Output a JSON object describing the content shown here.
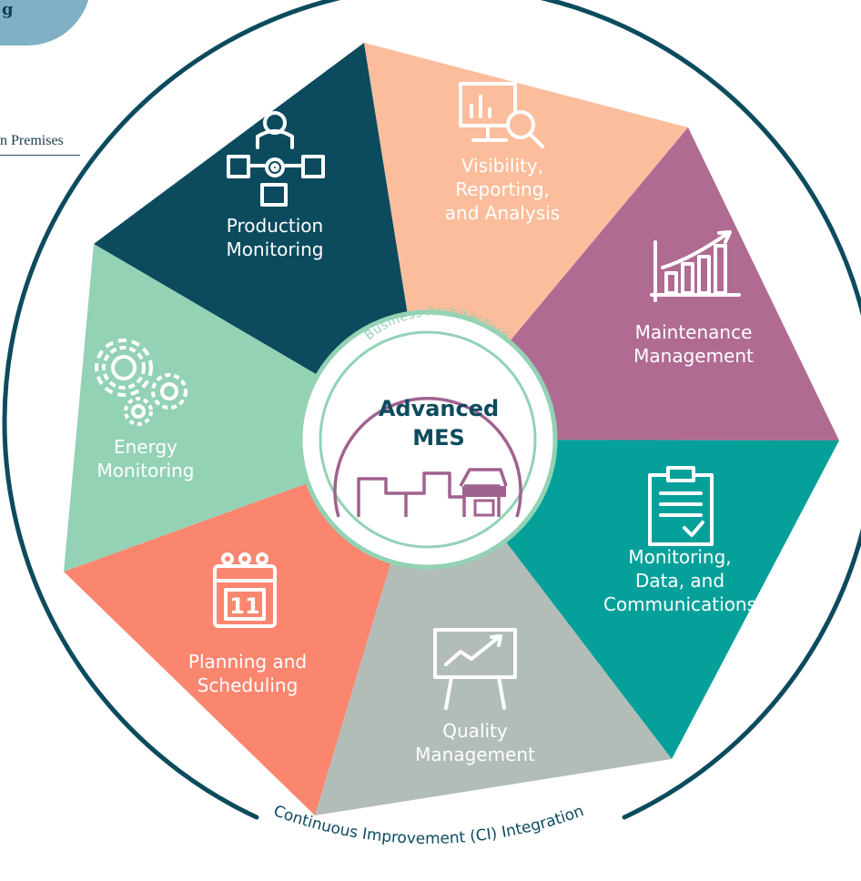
{
  "corner": {
    "label": "g"
  },
  "side_label": "n Premises",
  "center": {
    "arc_label": "Business Architecture",
    "title_line1": "Advanced",
    "title_line2": "MES"
  },
  "outer_ring_label": "Continuous Improvement (CI) Integration",
  "segments": [
    {
      "lines": [
        "Production",
        "Monitoring"
      ],
      "icon": "org-chart-gear-icon",
      "color": "#0c4b5e"
    },
    {
      "lines": [
        "Visibility,",
        "Reporting,",
        "and Analysis"
      ],
      "icon": "monitor-magnifier-chart-icon",
      "color": "#fbbd9c"
    },
    {
      "lines": [
        "Maintenance",
        "Management"
      ],
      "icon": "bar-chart-growth-icon",
      "color": "#b06b93"
    },
    {
      "lines": [
        "Monitoring,",
        "Data, and",
        "Communications"
      ],
      "icon": "clipboard-check-icon",
      "color": "#06a09a"
    },
    {
      "lines": [
        "Quality",
        "Management"
      ],
      "icon": "presentation-board-icon",
      "color": "#b2bdb8"
    },
    {
      "lines": [
        "Planning and",
        "Scheduling"
      ],
      "icon": "calendar-icon",
      "color": "#fb8670"
    },
    {
      "lines": [
        "Energy",
        "Monitoring"
      ],
      "icon": "gears-icon",
      "color": "#93d2b5"
    }
  ],
  "colors": {
    "ring": "#0c4b5e",
    "center_ring": "#93d2b5",
    "center_accent": "#a0628e",
    "center_title": "#0c4b5e"
  }
}
